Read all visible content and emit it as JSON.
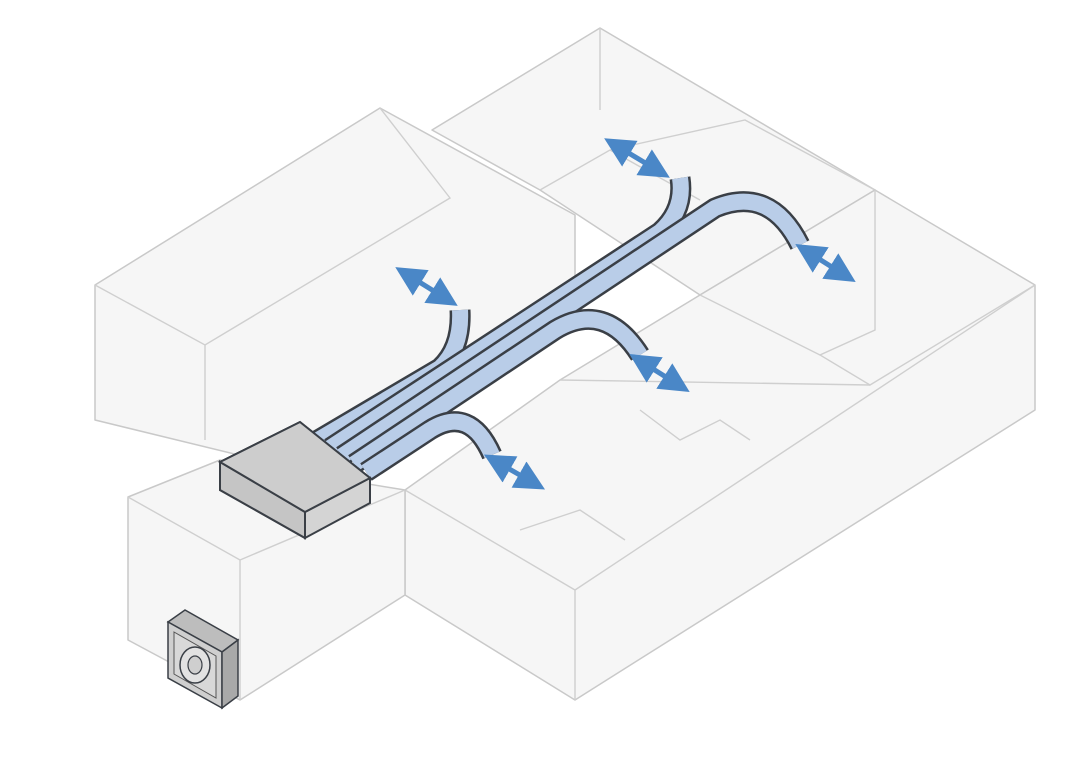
{
  "diagram": {
    "colors": {
      "duct_fill": "#b9cde8",
      "duct_outline": "#3a3f46",
      "airflow_arrow": "#4a87c7",
      "indoor_unit": "#cfcfcf",
      "walls": "#c9c9c9"
    },
    "elements": [
      {
        "name": "ducted-indoor-unit",
        "icon": "air-handler-box"
      },
      {
        "name": "outdoor-condenser-unit",
        "icon": "fan-unit"
      },
      {
        "name": "supply-ducts",
        "count": 5
      },
      {
        "name": "airflow-arrows",
        "count": 5
      }
    ]
  }
}
